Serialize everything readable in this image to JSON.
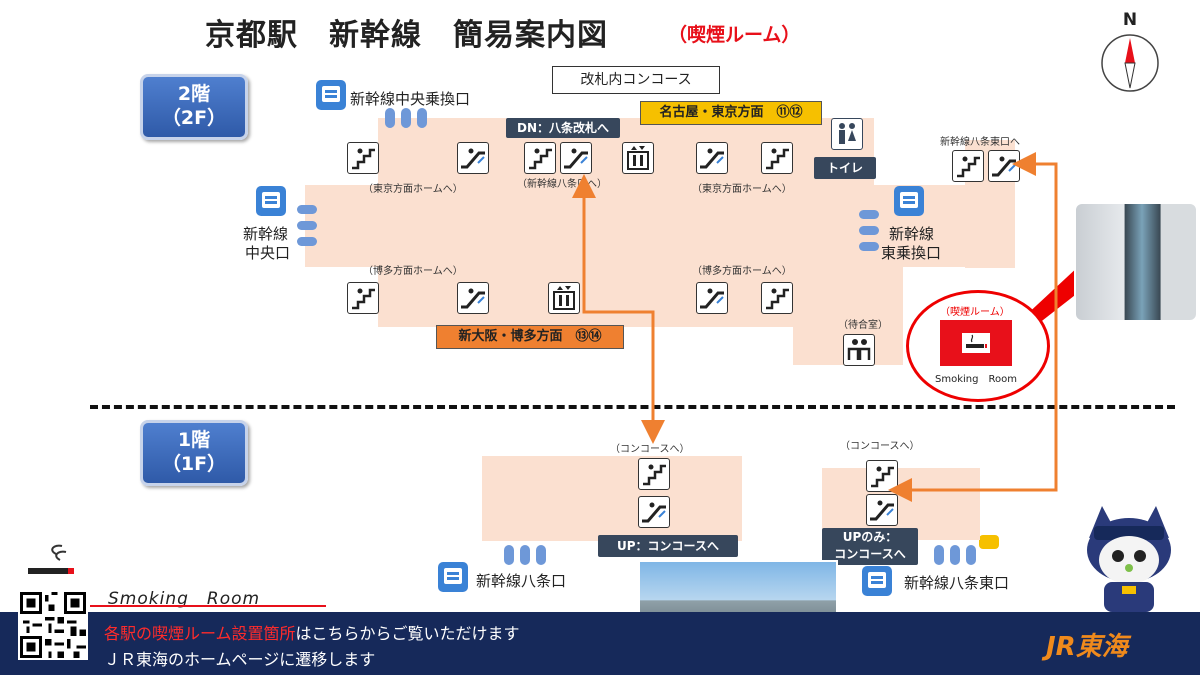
{
  "title": "京都駅　新幹線　簡易案内図",
  "subtitle": "（喫煙ルーム）",
  "compass": {
    "label": "N"
  },
  "floors": {
    "upper": {
      "line1": "2階",
      "line2": "（2F）"
    },
    "lower": {
      "line1": "1階",
      "line2": "（1F）"
    }
  },
  "upper": {
    "concourse_label": "改札内コンコース",
    "nagoya_tokyo": "名古屋・東京方面　⑪⑫",
    "shin_osaka_hakata": "新大阪・博多方面　⑬⑭",
    "dn_hachijo": "DN：八条改札へ",
    "toilet": "トイレ",
    "central_transfer": "新幹線中央乗換口",
    "central_exit_1": "新幹線",
    "central_exit_2": "中央口",
    "east_transfer_1": "新幹線",
    "east_transfer_2": "東乗換口",
    "hachijo_east_to": "新幹線八条東口へ",
    "to_tokyo_platform_1": "（東京方面ホームへ）",
    "to_hachijo": "（新幹線八条口へ）",
    "to_tokyo_platform_2": "（東京方面ホームへ）",
    "to_hakata_platform_1": "（博多方面ホームへ）",
    "to_hakata_platform_2": "（博多方面ホームへ）",
    "waiting_room": "（待合室）",
    "smoking_room_jp": "（喫煙ルーム）",
    "smoking_room_en": "Smoking　Room"
  },
  "lower": {
    "to_concourse_1": "（コンコースへ）",
    "to_concourse_2": "（コンコースへ）",
    "up_concourse": "UP：コンコースへ",
    "up_only_1": "UPのみ：",
    "up_only_2": "コンコースへ",
    "hachijo_exit": "新幹線八条口",
    "hachijo_east_exit": "新幹線八条東口"
  },
  "legend": {
    "smoking_room": "Smoking　Room"
  },
  "footer": {
    "line1_red": "各駅の喫煙ルーム設置箇所",
    "line1_white": "はこちらからご覧いただけます",
    "line2": "ＪＲ東海のホームページに遷移します",
    "brand": "JR東海"
  },
  "colors": {
    "floor": "#fbe0d0",
    "navy": "#16295a",
    "orange_route": "#ef8030",
    "yellow_dir": "#f6c000",
    "smoking_red": "#e8101a"
  }
}
